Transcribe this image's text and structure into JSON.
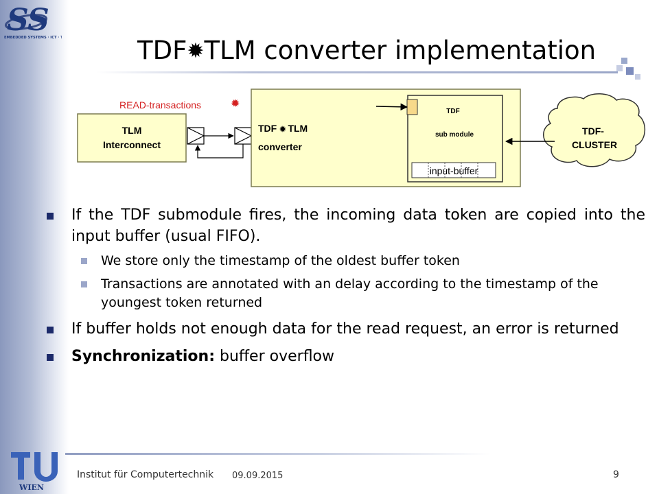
{
  "slide": {
    "title_left": "TDF",
    "title_symbol": "✹",
    "title_right": "TLM converter implementation"
  },
  "diagram": {
    "read_label": "READ-transactions",
    "read_symbol": "✹",
    "tlm_line1": "TLM",
    "tlm_line2": "Interconnect",
    "conv_left": "TDF",
    "conv_symbol": "✹",
    "conv_right": "TLM",
    "conv_line2": "converter",
    "sub_line1": "TDF",
    "sub_line2": "sub module",
    "buffer_label": "input-buffer",
    "cluster_line1": "TDF-",
    "cluster_line2": "CLUSTER",
    "colors": {
      "box_fill": "#ffffcc",
      "box_stroke": "#7a7a50",
      "accent_red": "#d42020",
      "bullet": "#1c2a6a"
    }
  },
  "bullets": {
    "b1_text": "If the TDF submodule fires, the incoming data token are copied into the input buffer (usual FIFO).",
    "b1_sub1": "We store only the timestamp of the oldest buffer token",
    "b1_sub2": "Transactions are annotated with an delay according to the timestamp of the youngest token returned",
    "b2_text": "If buffer holds not enough data for the read request, an error is returned",
    "b3_bold": "Synchronization:",
    "b3_rest": " buffer overflow"
  },
  "footer": {
    "institute": "Institut für Computertechnik",
    "date": "09.09.2015",
    "page": "9"
  },
  "logos": {
    "top_text": "EMBEDDED SYSTEMS · ICT · TU WIEN",
    "bottom_letters": "TU",
    "bottom_city": "WIEN"
  }
}
